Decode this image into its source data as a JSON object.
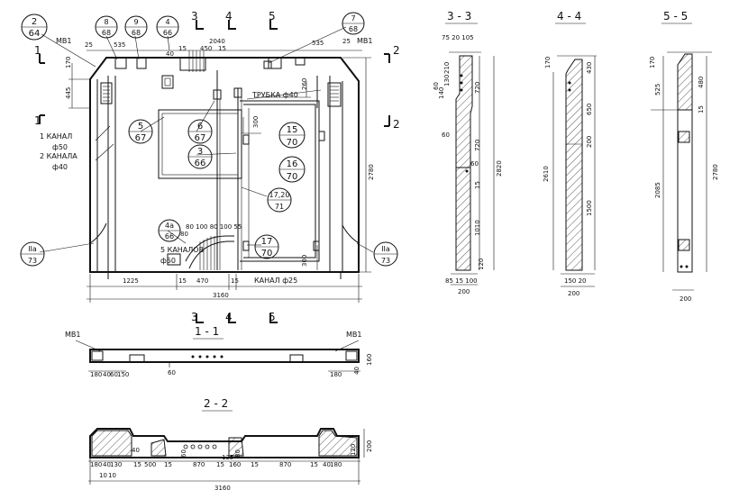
{
  "sections": {
    "s1": "1 - 1",
    "s2": "2 - 2",
    "s3": "3 - 3",
    "s4": "4 - 4",
    "s5": "5 - 5"
  },
  "marks": {
    "one": "1",
    "two": "2",
    "three": "3",
    "four": "4",
    "five": "5",
    "mb1": "МВ1"
  },
  "bubbles": [
    {
      "top": "2",
      "bottom": "64"
    },
    {
      "top": "8",
      "bottom": "68"
    },
    {
      "top": "9",
      "bottom": "68"
    },
    {
      "top": "4",
      "bottom": "66"
    },
    {
      "top": "7",
      "bottom": "68"
    },
    {
      "top": "5",
      "bottom": "67"
    },
    {
      "top": "6",
      "bottom": "67"
    },
    {
      "top": "3",
      "bottom": "66"
    },
    {
      "top": "15",
      "bottom": "70"
    },
    {
      "top": "16",
      "bottom": "70"
    },
    {
      "top": "17,20",
      "bottom": "71"
    },
    {
      "top": "4a",
      "bottom": "66"
    },
    {
      "top": "17",
      "bottom": "70"
    },
    {
      "top": "IIa",
      "bottom": "73"
    },
    {
      "top": "IIa",
      "bottom": "73"
    }
  ],
  "annotations": {
    "kanal_1": "1 КАНАЛ",
    "phi50": "ф50",
    "kanala_2": "2 КАНАЛА",
    "phi40": "ф40",
    "truba": "ТРУБКА ф40",
    "kanaly_5": "5 КАНАЛОВ",
    "phi50b": "ф50",
    "kanal_phi25": "КАНАЛ ф25"
  },
  "main_dims": {
    "d25a": "25",
    "d535a": "535",
    "d40": "40",
    "d15a": "15",
    "d450": "450",
    "d15b": "15",
    "d2040": "2040",
    "d535b": "535",
    "d25b": "25",
    "d170": "170",
    "d445": "445",
    "d260": "260",
    "d300a": "300",
    "d2780": "2780",
    "d1225": "1225",
    "d470": "470",
    "d15c": "15",
    "d15d": "15",
    "d3160": "3160",
    "d300b": "300",
    "top_group": "80 100 80 100 55",
    "d80": "80"
  },
  "s3_dims": {
    "top": "75 20 105",
    "d210": "210",
    "d130": "130",
    "d60a": "60",
    "d140": "140",
    "d720a": "720",
    "d60b": "60",
    "d720b": "720",
    "d60c": "60",
    "d15": "15",
    "d1010": "1010",
    "d120": "120",
    "d2820": "2820",
    "bottom": "85 15 100",
    "d200": "200"
  },
  "s4_dims": {
    "d170": "170",
    "d430": "430",
    "d650": "650",
    "d200a": "200",
    "d2610": "2610",
    "d1500": "1500",
    "bottom": "150 20",
    "d200b": "200"
  },
  "s5_dims": {
    "d170": "170",
    "d525": "525",
    "d480": "480",
    "d15": "15",
    "d2085": "2085",
    "d2780": "2780",
    "d200": "200"
  },
  "s11_dims": {
    "d180a": "180",
    "d40a": "40",
    "d60a": "60",
    "d150": "150",
    "d60b": "60",
    "d40b": "40",
    "d160": "160",
    "d180b": "180"
  },
  "s22_dims": {
    "d180a": "180",
    "d40a": "40",
    "d130": "130",
    "d15a": "15",
    "d500": "500",
    "d15b": "15",
    "d870a": "870",
    "d15c": "15",
    "d135": "135",
    "d160": "160",
    "d15d": "15",
    "d870b": "870",
    "d15e": "15",
    "d40b": "40",
    "d180b": "180",
    "d10a": "10",
    "d10b": "10",
    "d40c": "40",
    "d60": "60",
    "d80": "80",
    "d200": "200",
    "d120": "120",
    "d3160": "3160"
  }
}
